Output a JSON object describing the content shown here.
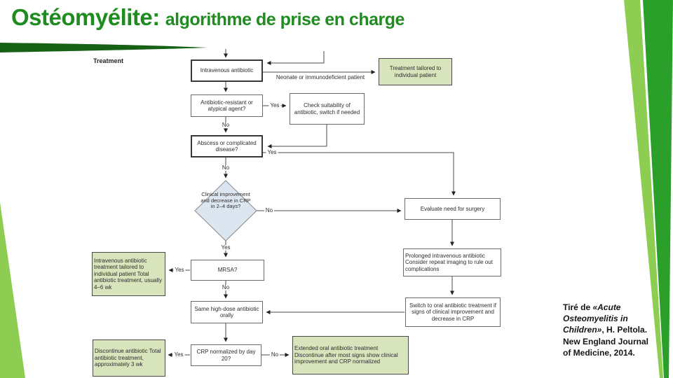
{
  "title": {
    "main": "Ostéomyélite:",
    "sub": "algorithme de prise en charge"
  },
  "figure": {
    "section_label": "Treatment",
    "nodes": {
      "iv_antibiotic": "Intravenous antibiotic",
      "neonate_label": "Neonate or immunodeficient patient",
      "tailored": "Treatment tailored to individual patient",
      "resistant": "Antibiotic-resistant or atypical agent?",
      "check_suitability": "Check suitability of antibiotic, switch if needed",
      "abscess": "Abscess or complicated disease?",
      "crp_improvement": "Clinical improvement and decrease in CRP in 2–4 days?",
      "evaluate_surgery": "Evaluate need for surgery",
      "iv_tailored_long": "Intravenous antibiotic treatment tailored to individual patient Total antibiotic treatment, usually 4–6 wk",
      "mrsa": "MRSA?",
      "prolonged": "Prolonged intravenous antibiotic Consider repeat imaging to rule out complications",
      "same_high_dose": "Same high-dose antibiotic orally",
      "switch_oral": "Switch to oral antibiotic treatment if signs of clinical improvement and decrease in CRP",
      "discontinue": "Discontinue antibiotic Total antibiotic treatment, approximately 3 wk",
      "crp_normalized": "CRP normalized by day 20?",
      "extended_oral": "Extended oral antibiotic treatment Discontinue after most signs show clinical improvement and CRP normalized"
    },
    "labels": {
      "yes": "Yes",
      "no": "No"
    }
  },
  "citation": {
    "prefix": "Tiré de ",
    "work": "«Acute Osteomyelitis in Children»",
    "suffix": ", H. Peltola. New England Journal of Medicine, 2014."
  },
  "colors": {
    "title_green": "#1e8c1e",
    "swoosh_green": "#176117",
    "wedge_light_green": "#8ccd52",
    "wedge_dark_green": "#2aa02a",
    "node_green_fill": "#d8e4bc",
    "diamond_blue_fill": "#dce6f1",
    "line_gray": "#4a4a4a"
  }
}
